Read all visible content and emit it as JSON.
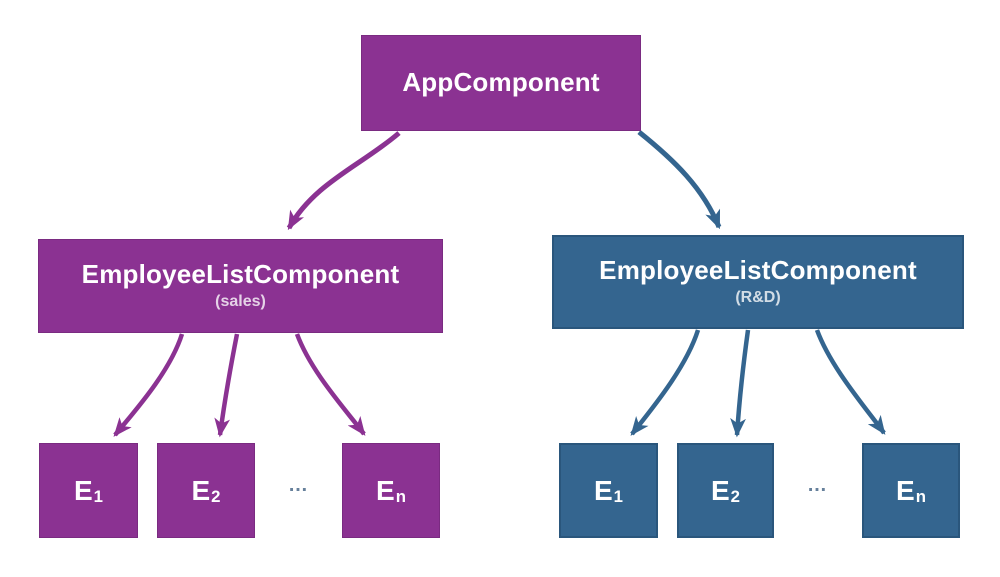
{
  "diagram": {
    "app": {
      "label": "AppComponent"
    },
    "left": {
      "title": "EmployeeListComponent",
      "subtitle": "(sales)",
      "children": [
        {
          "base": "E",
          "sub": "1"
        },
        {
          "base": "E",
          "sub": "2"
        },
        {
          "base": "E",
          "sub": "n"
        }
      ],
      "ellipsis": "…"
    },
    "right": {
      "title": "EmployeeListComponent",
      "subtitle": "(R&D)",
      "children": [
        {
          "base": "E",
          "sub": "1"
        },
        {
          "base": "E",
          "sub": "2"
        },
        {
          "base": "E",
          "sub": "n"
        }
      ],
      "ellipsis": "…"
    },
    "colors": {
      "purple": "#8b3292",
      "blue": "#34658f",
      "background": "#ffffff",
      "ellipsis_dots": "#66809b"
    }
  }
}
